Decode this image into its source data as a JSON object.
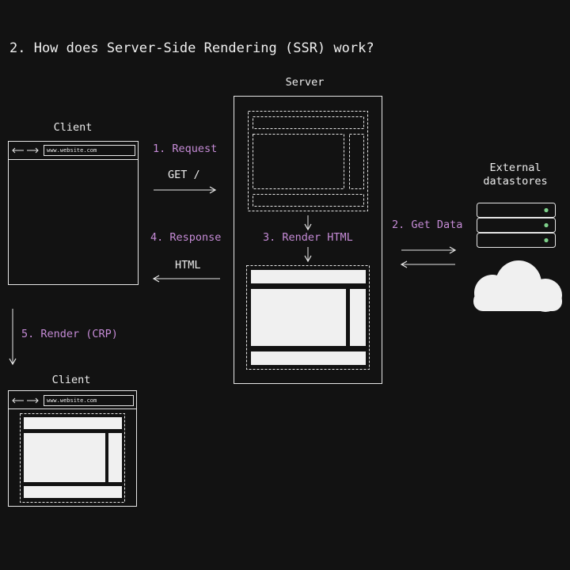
{
  "title": "2. How does Server-Side Rendering (SSR) work?",
  "client_label": "Client",
  "client_label_2": "Client",
  "server_label": "Server",
  "external_label_line1": "External",
  "external_label_line2": "datastores",
  "url": "www.website.com",
  "url_2": "www.website.com",
  "steps": {
    "request": "1. Request",
    "get_data": "2. Get Data",
    "render_html": "3. Render HTML",
    "response": "4. Response",
    "render_crp": "5. Render (CRP)"
  },
  "payloads": {
    "get": "GET /",
    "html": "HTML"
  },
  "colors": {
    "background": "#121212",
    "step_text": "#c58bd6",
    "stroke": "#e6e6e6",
    "block_fill": "#f0f0f0",
    "led": "#7fd18b"
  }
}
